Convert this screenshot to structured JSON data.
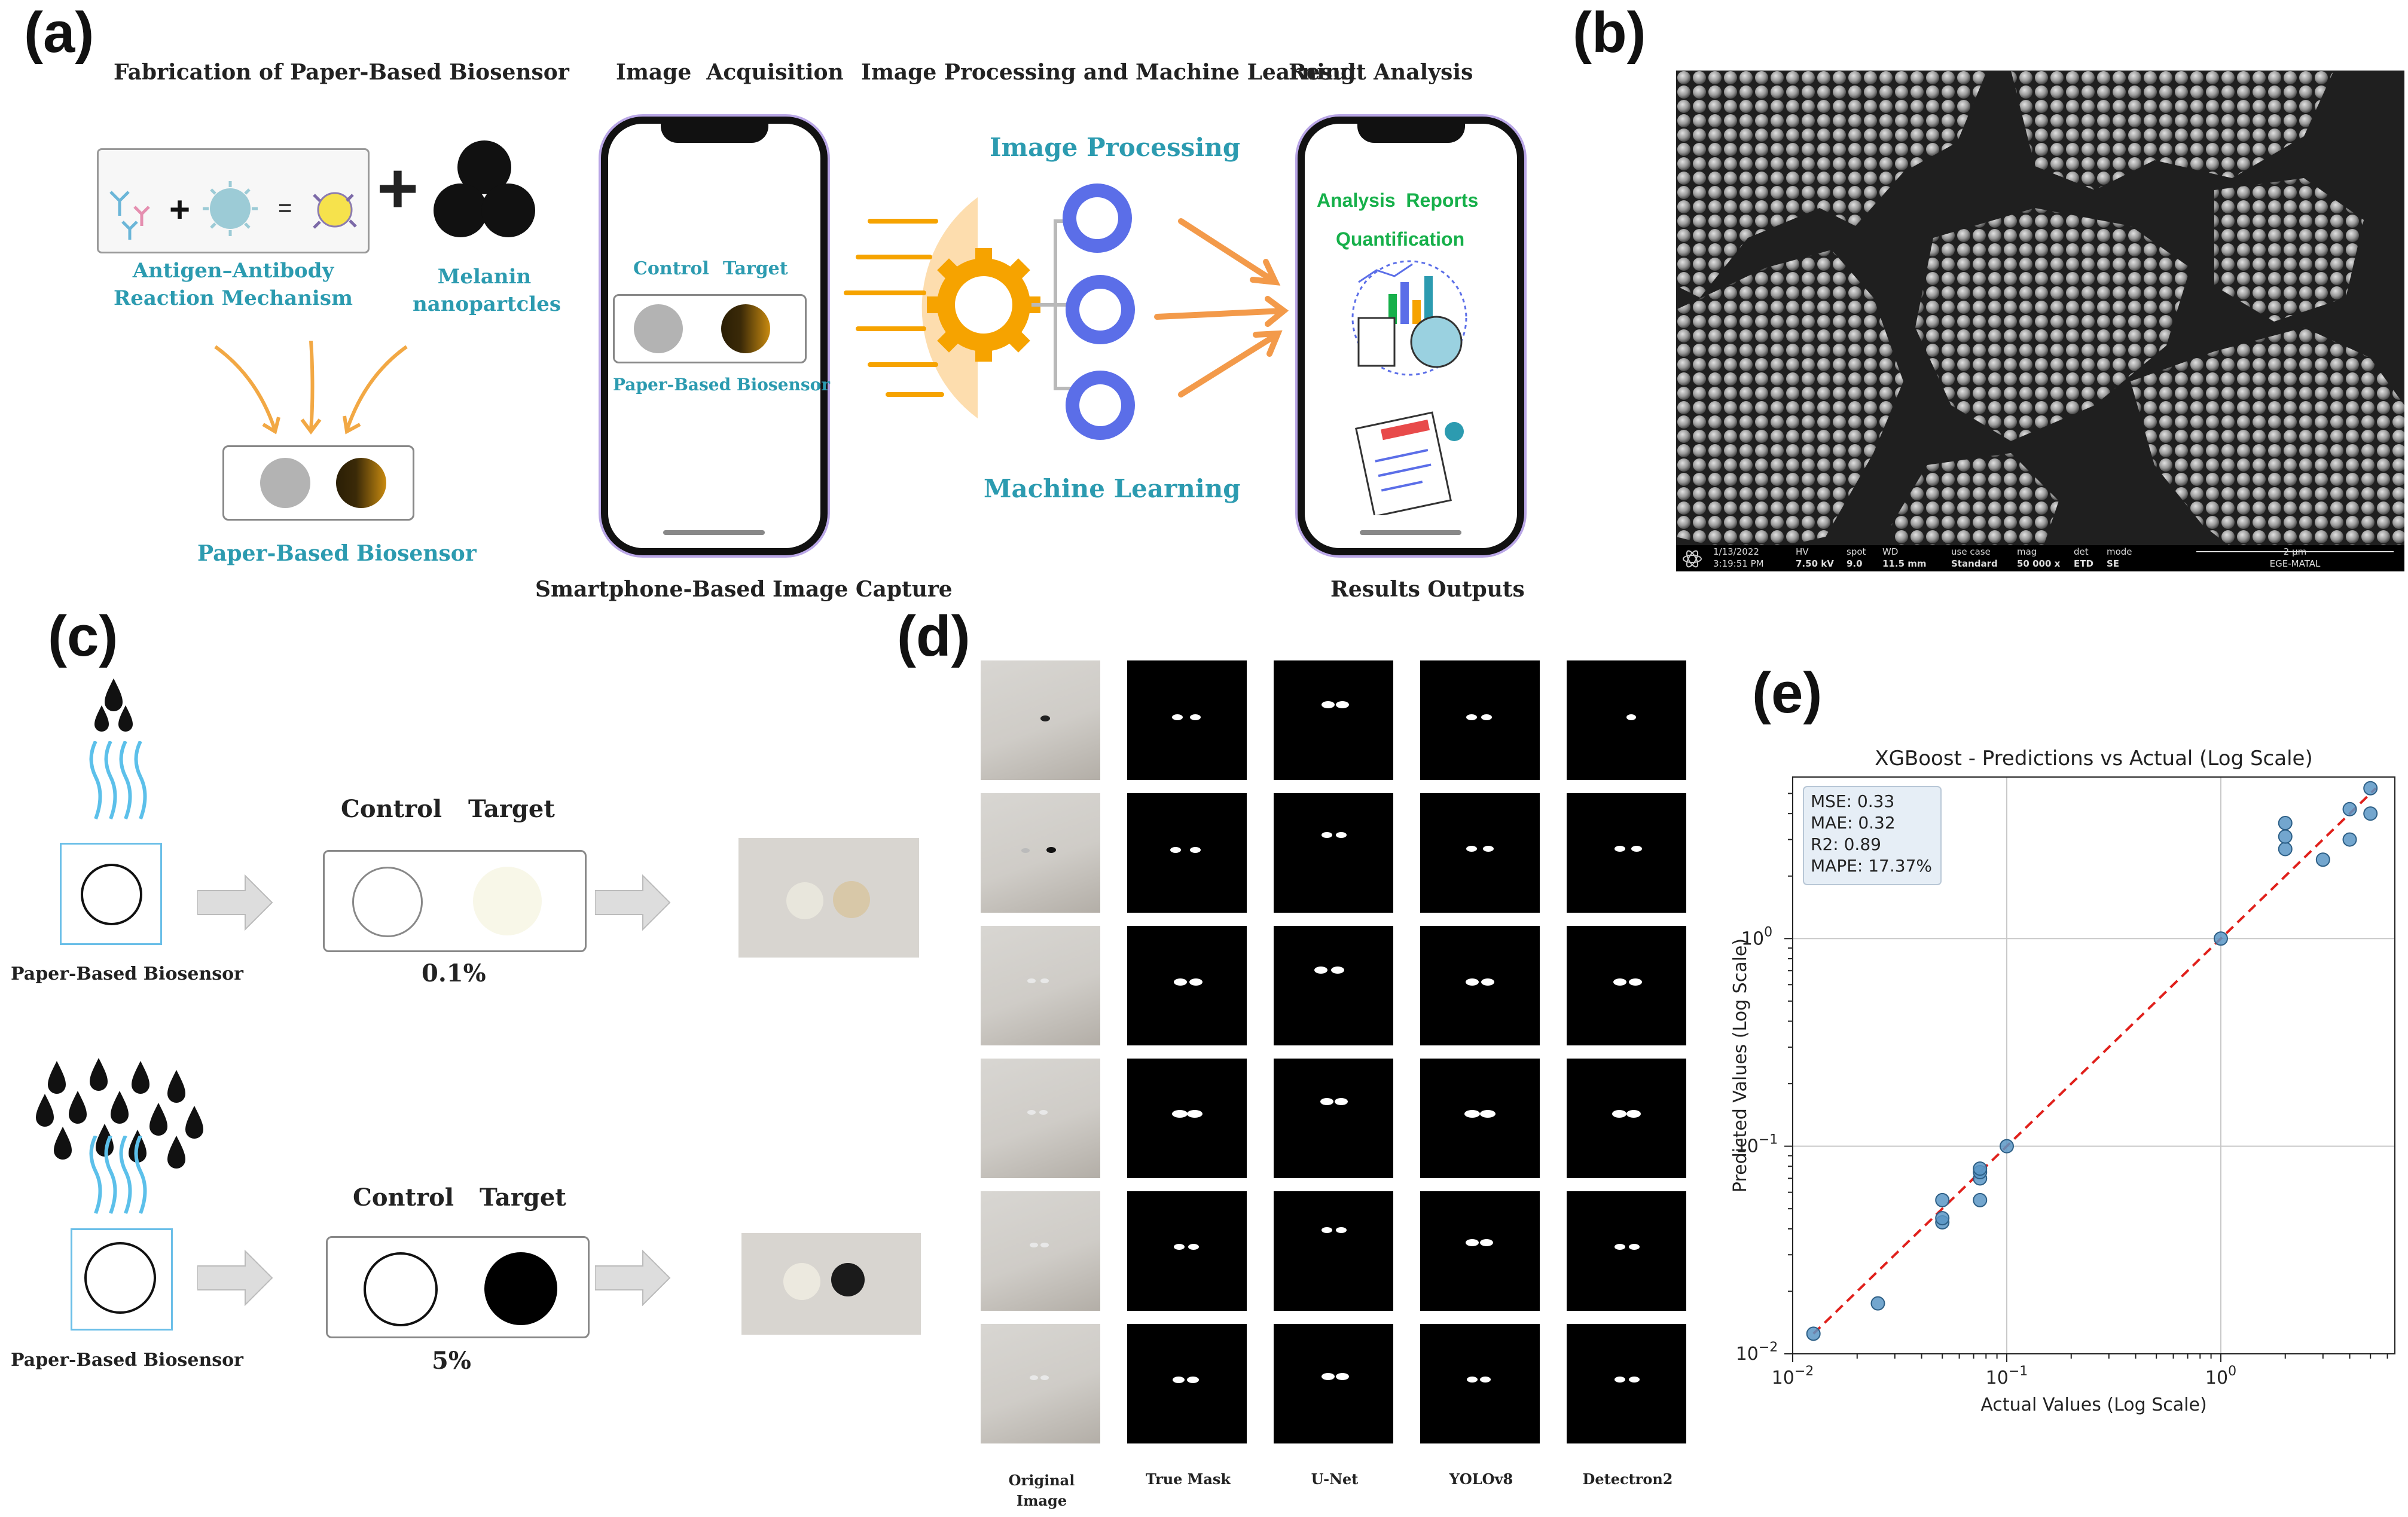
{
  "panels": {
    "a": "(a)",
    "b": "(b)",
    "c": "(c)",
    "d": "(d)",
    "e": "(e)"
  },
  "a": {
    "fab_title": "Fabrication of Paper-Based Biosensor",
    "acq_title": "Image  Acquisition",
    "proc_title": "Image Processing and Machine Learning",
    "result_title": "Result Analysis",
    "reaction_label": "Antigen–Antibody\nReaction Mechanism",
    "plus": "+",
    "equals": "=",
    "melanin_label": "Melanin\nnanopartcles",
    "paper_label": "Paper-Based Biosensor",
    "phone_control": "Control",
    "phone_target": "Target",
    "phone_biosensor": "Paper-Based Biosensor",
    "smartphone_caption": "Smartphone-Based Image Capture",
    "image_processing": "Image Processing",
    "machine_learning": "Machine Learning",
    "analysis_reports": "Analysis  Reports",
    "quantification": "Quantification",
    "results_outputs": "Results Outputs",
    "colors": {
      "teal": "#2c9bb0",
      "green": "#16b04a",
      "orange": "#f39a4a",
      "gear_blue": "#5b6ee8",
      "gear_orange": "#f6a300"
    }
  },
  "b": {
    "date": "1/13/2022",
    "time": "3:19:51 PM",
    "hv_label": "HV",
    "hv": "7.50 kV",
    "spot_label": "spot",
    "spot": "9.0",
    "wd_label": "WD",
    "wd": "11.5 mm",
    "usecase_label": "use case",
    "usecase": "Standard",
    "mag_label": "mag",
    "mag": "50 000 x",
    "det_label": "det",
    "det": "ETD",
    "mode_label": "mode",
    "mode": "SE",
    "scale": "2 µm",
    "lab": "EGE-MATAL"
  },
  "c": {
    "row1": {
      "biosensor": "Paper-Based Biosensor",
      "control": "Control",
      "target": "Target",
      "conc": "0.1%"
    },
    "row2": {
      "biosensor": "Paper-Based Biosensor",
      "control": "Control",
      "target": "Target",
      "conc": "5%"
    }
  },
  "d": {
    "columns": [
      "Original\nImage",
      "True Mask",
      "U-Net",
      "YOLOv8",
      "Detectron2"
    ],
    "rows": 6
  },
  "chart_data": {
    "type": "scatter",
    "title": "XGBoost - Predictions vs Actual (Log Scale)",
    "xlabel": "Actual Values (Log Scale)",
    "ylabel": "Predicted Values (Log Scale)",
    "xscale": "log",
    "yscale": "log",
    "xlim": [
      0.01,
      6.5
    ],
    "ylim": [
      0.01,
      6.0
    ],
    "xticks": [
      {
        "v": 0.01,
        "base": "10",
        "exp": "−2"
      },
      {
        "v": 0.1,
        "base": "10",
        "exp": "−1"
      },
      {
        "v": 1,
        "base": "10",
        "exp": "0"
      }
    ],
    "yticks": [
      {
        "v": 0.01,
        "base": "10",
        "exp": "−2"
      },
      {
        "v": 0.1,
        "base": "10",
        "exp": "−1"
      },
      {
        "v": 1,
        "base": "10",
        "exp": "0"
      }
    ],
    "grid": true,
    "metrics": [
      "MSE: 0.33",
      "MAE: 0.32",
      "R2: 0.89",
      "MAPE: 17.37%"
    ],
    "reference_line": {
      "style": "dashed",
      "color": "#e0201b",
      "from": [
        0.0125,
        0.0125
      ],
      "to": [
        5.3,
        5.3
      ]
    },
    "point_color": "#5b97c6",
    "points": [
      {
        "x": 0.0125,
        "y": 0.0125
      },
      {
        "x": 0.025,
        "y": 0.0175
      },
      {
        "x": 0.05,
        "y": 0.043
      },
      {
        "x": 0.05,
        "y": 0.045
      },
      {
        "x": 0.05,
        "y": 0.055
      },
      {
        "x": 0.075,
        "y": 0.055
      },
      {
        "x": 0.075,
        "y": 0.07
      },
      {
        "x": 0.075,
        "y": 0.075
      },
      {
        "x": 0.075,
        "y": 0.078
      },
      {
        "x": 0.1,
        "y": 0.1
      },
      {
        "x": 1.0,
        "y": 1.0
      },
      {
        "x": 2.0,
        "y": 2.7
      },
      {
        "x": 2.0,
        "y": 3.1
      },
      {
        "x": 2.0,
        "y": 3.6
      },
      {
        "x": 3.0,
        "y": 2.4
      },
      {
        "x": 4.0,
        "y": 3.0
      },
      {
        "x": 4.0,
        "y": 4.2
      },
      {
        "x": 5.0,
        "y": 4.0
      },
      {
        "x": 5.0,
        "y": 5.3
      }
    ]
  }
}
